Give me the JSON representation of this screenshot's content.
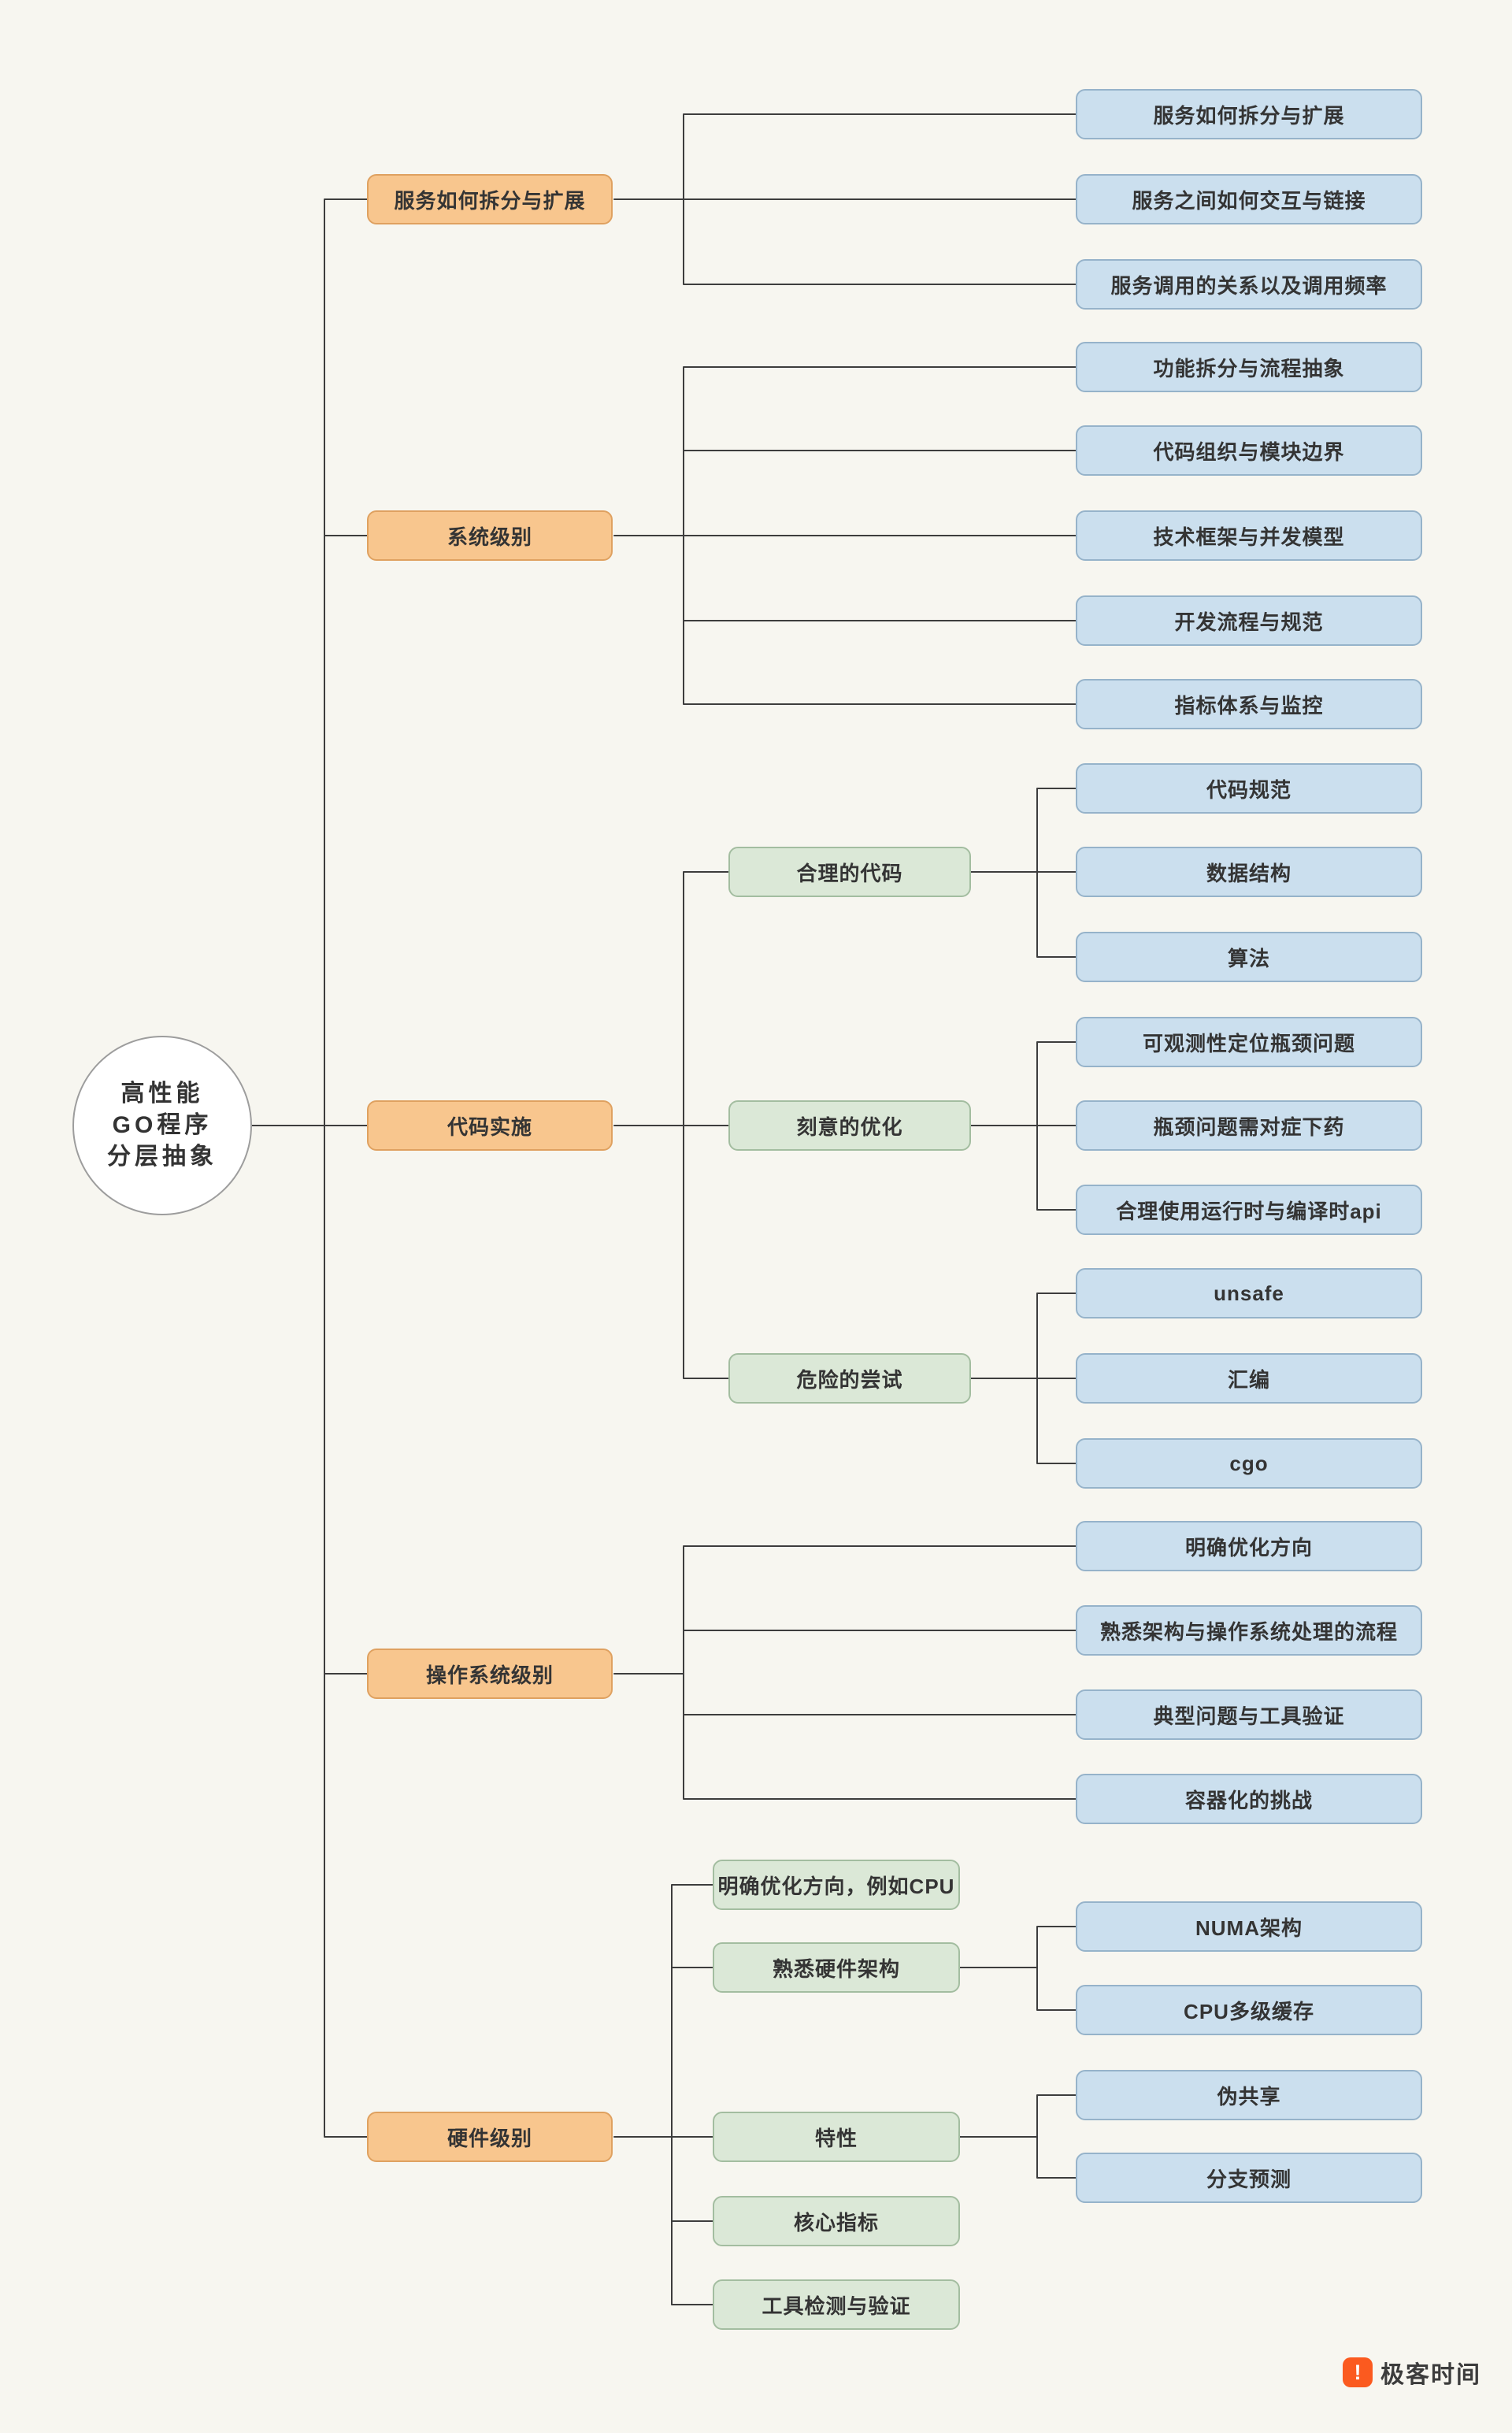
{
  "title": "高性能GO程序分层抽象",
  "root": {
    "line1": "高性能",
    "line2": "GO程序",
    "line3": "分层抽象"
  },
  "branches": [
    {
      "label": "服务如何拆分与扩展",
      "children": [
        {
          "label": "服务如何拆分与扩展"
        },
        {
          "label": "服务之间如何交互与链接"
        },
        {
          "label": "服务调用的关系以及调用频率"
        }
      ]
    },
    {
      "label": "系统级别",
      "children": [
        {
          "label": "功能拆分与流程抽象"
        },
        {
          "label": "代码组织与模块边界"
        },
        {
          "label": "技术框架与并发模型"
        },
        {
          "label": "开发流程与规范"
        },
        {
          "label": "指标体系与监控"
        }
      ]
    },
    {
      "label": "代码实施",
      "children": [
        {
          "label": "合理的代码",
          "children": [
            {
              "label": "代码规范"
            },
            {
              "label": "数据结构"
            },
            {
              "label": "算法"
            }
          ]
        },
        {
          "label": "刻意的优化",
          "children": [
            {
              "label": "可观测性定位瓶颈问题"
            },
            {
              "label": "瓶颈问题需对症下药"
            },
            {
              "label": "合理使用运行时与编译时api"
            }
          ]
        },
        {
          "label": "危险的尝试",
          "children": [
            {
              "label": "unsafe"
            },
            {
              "label": "汇编"
            },
            {
              "label": "cgo"
            }
          ]
        }
      ]
    },
    {
      "label": "操作系统级别",
      "children": [
        {
          "label": "明确优化方向"
        },
        {
          "label": "熟悉架构与操作系统处理的流程"
        },
        {
          "label": "典型问题与工具验证"
        },
        {
          "label": "容器化的挑战"
        }
      ]
    },
    {
      "label": "硬件级别",
      "children": [
        {
          "label": "明确优化方向，例如CPU"
        },
        {
          "label": "熟悉硬件架构",
          "children": [
            {
              "label": "NUMA架构"
            },
            {
              "label": "CPU多级缓存"
            }
          ]
        },
        {
          "label": "特性",
          "children": [
            {
              "label": "伪共享"
            },
            {
              "label": "分支预测"
            }
          ]
        },
        {
          "label": "核心指标"
        },
        {
          "label": "工具检测与验证"
        }
      ]
    }
  ],
  "footer": {
    "brand": "极客时间",
    "icon": "geektime-logo-icon",
    "icon_glyph": "!"
  },
  "colors": {
    "background": "#f7f6f0",
    "branch_fill": "#f8c68e",
    "subtopic_fill": "#dbe8d7",
    "leaf_fill": "#cbdfee",
    "connector": "#3d3d3d",
    "brand_accent": "#fb5a1f"
  }
}
